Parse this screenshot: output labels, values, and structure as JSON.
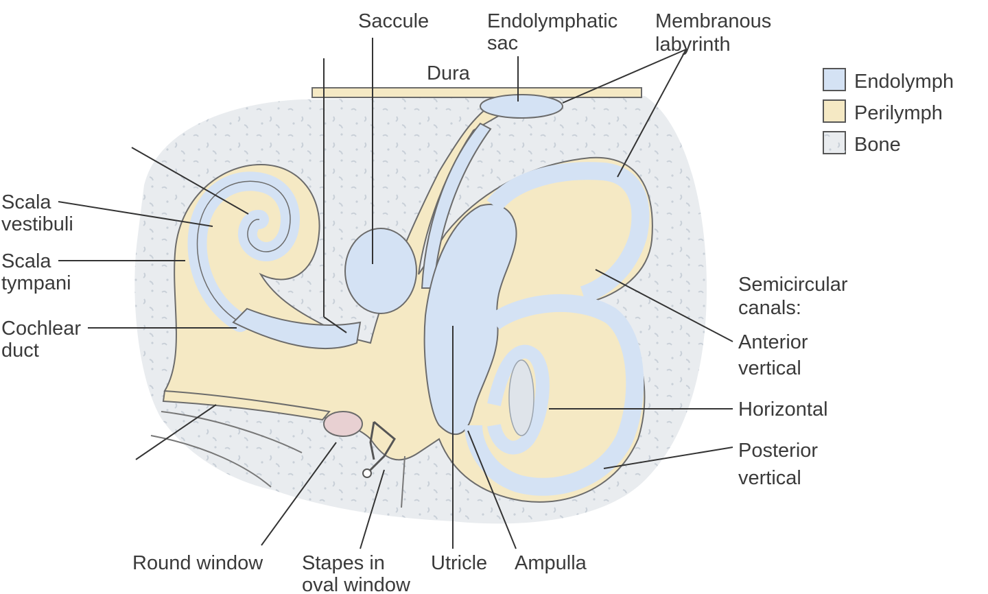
{
  "colors": {
    "endolymph": "#d4e2f4",
    "perilymph": "#f5e9c4",
    "bone": "#e9ecef",
    "stapes_window": "#e8d0d2"
  },
  "labels": {
    "saccule": "Saccule",
    "endolymphatic_sac_1": "Endolymphatic",
    "endolymphatic_sac_2": "sac",
    "membranous_labyrinth_1": "Membranous",
    "membranous_labyrinth_2": "labyrinth",
    "dura": "Dura",
    "scala_vestibuli_1": "Scala",
    "scala_vestibuli_2": "vestibuli",
    "scala_tympani_1": "Scala",
    "scala_tympani_2": "tympani",
    "cochlear_duct_1": "Cochlear",
    "cochlear_duct_2": "duct",
    "semicircular_canals_1": "Semicircular",
    "semicircular_canals_2": "canals:",
    "anterior_vertical_1": "Anterior",
    "anterior_vertical_2": "vertical",
    "horizontal": "Horizontal",
    "posterior_vertical_1": "Posterior",
    "posterior_vertical_2": "vertical",
    "round_window": "Round window",
    "stapes_1": "Stapes in",
    "stapes_2": "oval window",
    "utricle": "Utricle",
    "ampulla": "Ampulla"
  },
  "legend": [
    {
      "label": "Endolymph",
      "color": "#d4e2f4"
    },
    {
      "label": "Perilymph",
      "color": "#f5e9c4"
    },
    {
      "label": "Bone",
      "color": "#e9ecef"
    }
  ]
}
